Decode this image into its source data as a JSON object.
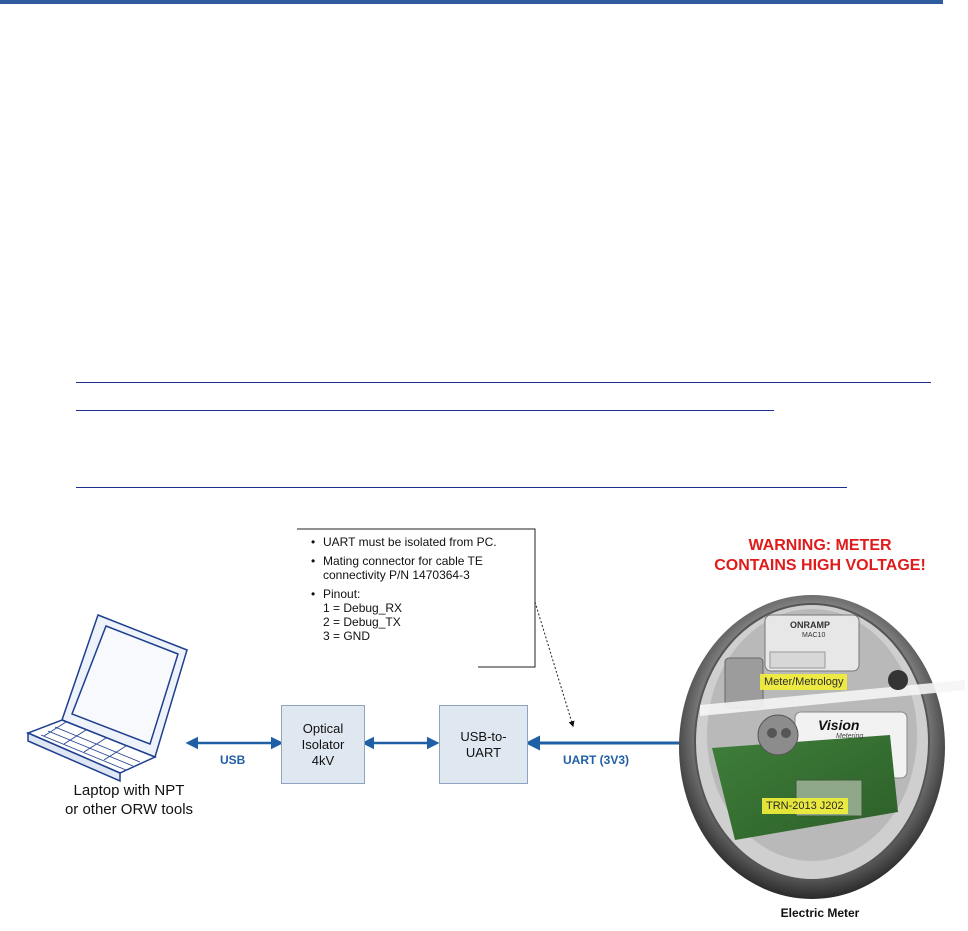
{
  "document": {
    "link_lines": 3
  },
  "notes": {
    "items": [
      "UART must be isolated from PC.",
      "Mating connector for cable TE connectivity   P/N 1470364-3",
      "Pinout:"
    ],
    "pinout": [
      "1 = Debug_RX",
      "2 = Debug_TX",
      "3 = GND"
    ]
  },
  "blocks": {
    "optical_isolator": "Optical\nIsolator\n4kV",
    "usb_to_uart": "USB-to-\nUART"
  },
  "connections": {
    "usb": "USB",
    "uart": "UART (3V3)"
  },
  "warning": {
    "line1": "WARNING: METER",
    "line2": "CONTAINS HIGH VOLTAGE!"
  },
  "laptop": {
    "caption_line1": "Laptop with NPT",
    "caption_line2": "or other ORW tools"
  },
  "meter": {
    "caption": "Electric Meter",
    "label_metrology": "Meter/Metrology",
    "label_trn": "TRN-2013  J202",
    "brand": "Vision",
    "brand_sub": "Metering",
    "radio_brand": "ONRAMP",
    "radio_model": "MAC10"
  },
  "colors": {
    "arrow": "#1f5fa6",
    "warning": "#e01b1b",
    "box_fill": "#dfe7f1",
    "highlight": "#f2ef3a"
  }
}
